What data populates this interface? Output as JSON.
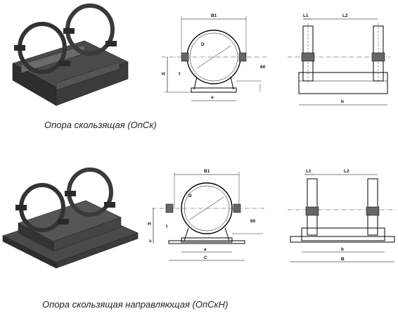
{
  "caption_top": "Опора скользящая (ОпСк)",
  "caption_bottom": "Опора скользящая направляющая (ОпСкН)",
  "labels": {
    "B1": "B1",
    "D": "D",
    "H": "H",
    "f": "f",
    "a": "a",
    "s60": "60",
    "L1": "L1",
    "L2": "L2",
    "b": "b",
    "C": "C",
    "B": "B",
    "s": "s"
  }
}
